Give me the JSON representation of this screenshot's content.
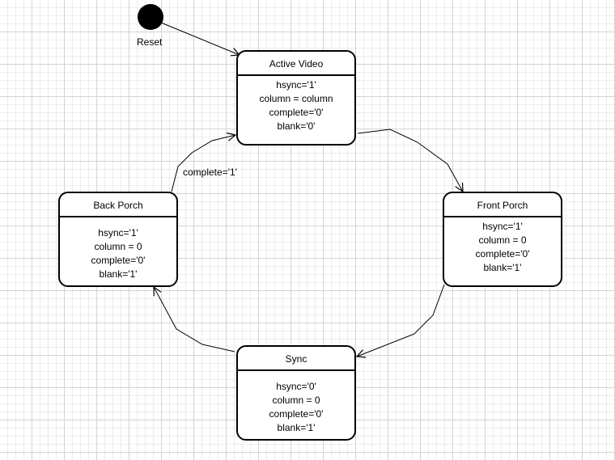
{
  "initial": {
    "label": "Reset"
  },
  "states": {
    "active_video": {
      "name": "Active Video",
      "actions": [
        "hsync='1'",
        "column = column",
        "complete='0'",
        "blank='0'"
      ]
    },
    "front_porch": {
      "name": "Front Porch",
      "actions": [
        "hsync='1'",
        "column = 0",
        "complete='0'",
        "blank='1'"
      ]
    },
    "sync": {
      "name": "Sync",
      "actions": [
        "hsync='0'",
        "column = 0",
        "complete='0'",
        "blank='1'"
      ]
    },
    "back_porch": {
      "name": "Back Porch",
      "actions": [
        "hsync='1'",
        "column = 0",
        "complete='0'",
        "blank='1'"
      ]
    }
  },
  "transitions": {
    "back_porch_to_active_video": {
      "guard": "complete='1'"
    }
  },
  "colors": {
    "stroke": "#000000",
    "grid_major": "#d3d3d3",
    "grid_minor": "#ececec"
  }
}
